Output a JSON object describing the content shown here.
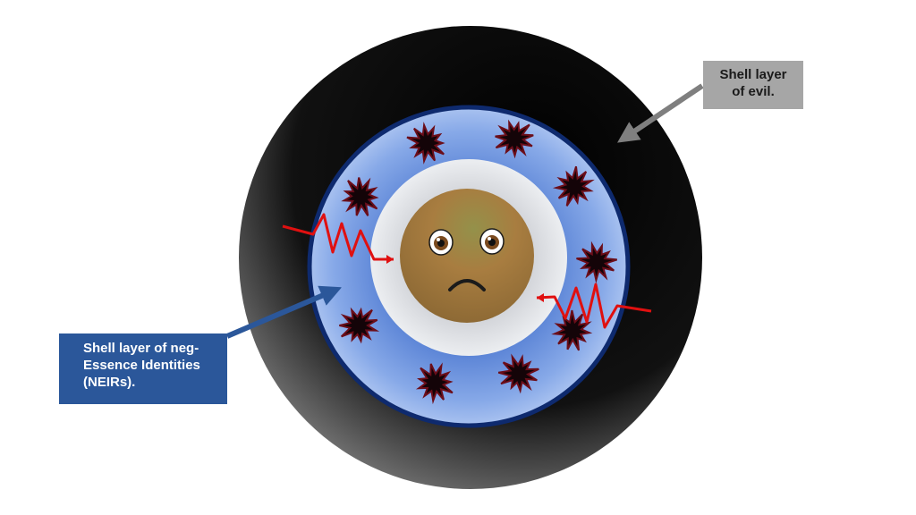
{
  "diagram": {
    "layers": [
      {
        "name": "outer-shell",
        "color": "#0a0a0a"
      },
      {
        "name": "middle-shell",
        "color": "#6e95dc",
        "border_color": "#0e2a6e"
      },
      {
        "name": "inner-ring",
        "color": "#d8d9de"
      },
      {
        "name": "core",
        "color": "#a67c3c"
      }
    ],
    "core_face": {
      "expression": "sad",
      "icon": "sad-face-icon"
    },
    "star_icon": "dark-splat-icon",
    "star_color": "#140408",
    "star_outline": "#6b0e1a",
    "lightning_color": "#e01010",
    "arrow_colors": {
      "evil": "#7f7f7f",
      "neir": "#2b579a"
    }
  },
  "callouts": {
    "evil": {
      "lines": [
        "Shell layer",
        "of evil."
      ],
      "background": "#a6a6a6"
    },
    "neir": {
      "lines": [
        "Shell layer of neg-",
        "Essence Identities",
        "(NEIRs)."
      ],
      "background": "#2b579a"
    }
  }
}
